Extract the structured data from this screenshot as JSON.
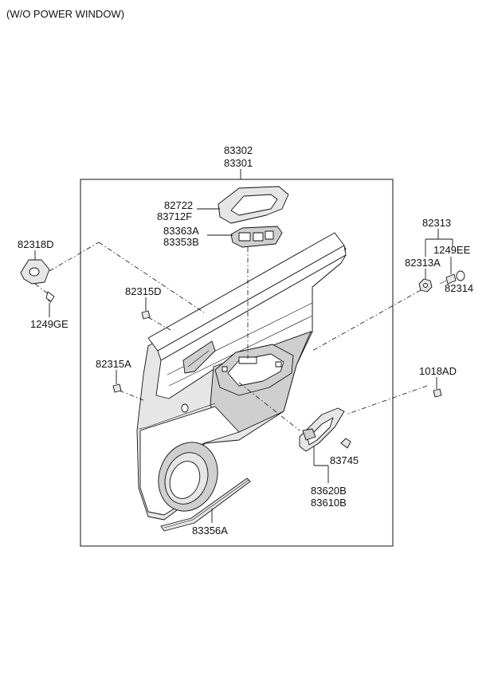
{
  "header": {
    "title": "(W/O POWER WINDOW)"
  },
  "labels": {
    "l83302": "83302",
    "l83301": "83301",
    "l82722": "82722",
    "l83712F": "83712F",
    "l83363A": "83363A",
    "l83353B": "83353B",
    "l82318D": "82318D",
    "l1249GE": "1249GE",
    "l82315D": "82315D",
    "l82315A": "82315A",
    "l82313": "82313",
    "l1249EE": "1249EE",
    "l82313A": "82313A",
    "l82314": "82314",
    "l1018AD": "1018AD",
    "l83745": "83745",
    "l83620B": "83620B",
    "l83610B": "83610B",
    "l83356A": "83356A"
  }
}
